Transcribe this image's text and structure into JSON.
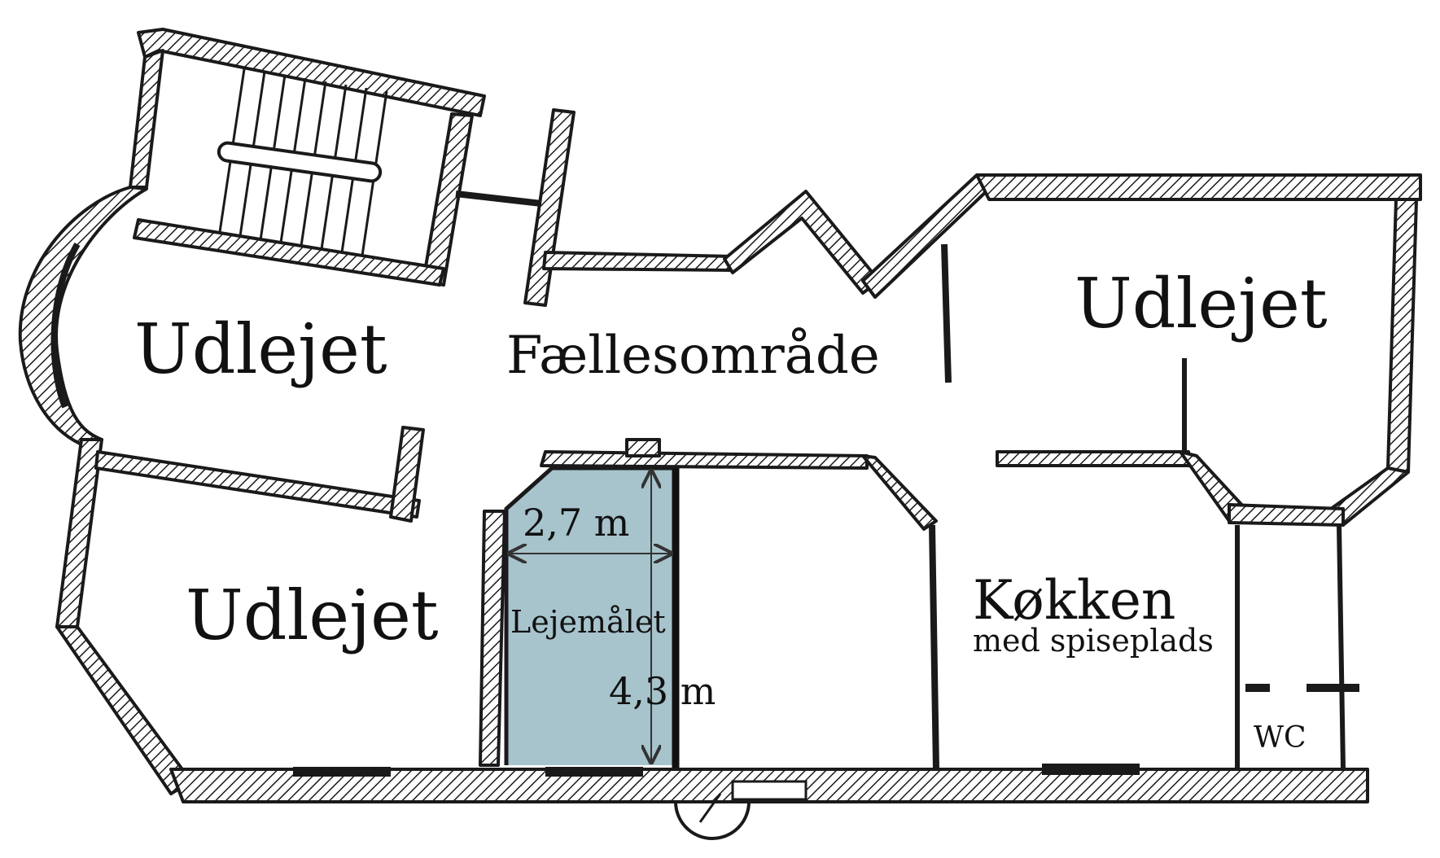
{
  "floor_plan": {
    "rooms": {
      "top_left": "Udlejet",
      "common_area": "Fællesområde",
      "top_right": "Udlejet",
      "bottom_left": "Udlejet",
      "unit": "Lejemålet",
      "kitchen": "Køkken",
      "kitchen_sub": "med spiseplads",
      "wc": "WC"
    },
    "dimensions": {
      "width": "2,7 m",
      "depth": "4,3 m"
    }
  },
  "colors": {
    "unit_fill": "#a7c3cc",
    "wall": "#1a1a1a"
  }
}
